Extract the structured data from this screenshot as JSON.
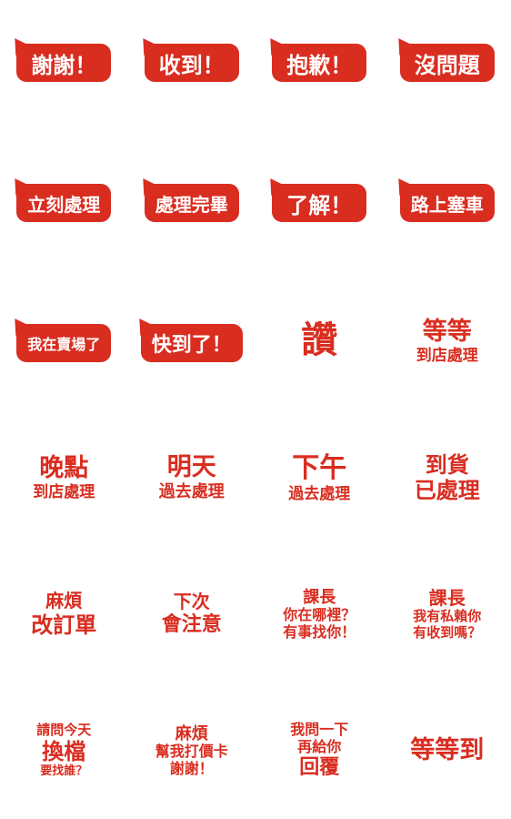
{
  "colors": {
    "accent": "#d92d20",
    "bubble_text": "#ffffff",
    "background": "#ffffff"
  },
  "stickers": [
    {
      "text": "謝謝！"
    },
    {
      "text": "收到！"
    },
    {
      "text": "抱歉！"
    },
    {
      "text": "沒問題"
    },
    {
      "text": "立刻處理"
    },
    {
      "text": "處理完畢"
    },
    {
      "text": "了解！"
    },
    {
      "text": "路上塞車"
    },
    {
      "text": "我在賣場了"
    },
    {
      "text": "快到了！"
    },
    {
      "lines": [
        "讚"
      ]
    },
    {
      "lines": [
        "等等",
        "到店處理"
      ]
    },
    {
      "lines": [
        "晚點",
        "到店處理"
      ]
    },
    {
      "lines": [
        "明天",
        "過去處理"
      ]
    },
    {
      "lines": [
        "下午",
        "過去處理"
      ]
    },
    {
      "lines": [
        "到貨",
        "已處理"
      ]
    },
    {
      "lines": [
        "麻煩",
        "改訂單"
      ]
    },
    {
      "lines": [
        "下次",
        "會注意"
      ]
    },
    {
      "lines": [
        "課長",
        "你在哪裡？",
        "有事找你！"
      ]
    },
    {
      "lines": [
        "課長",
        "我有私賴你",
        "有收到嗎？"
      ]
    },
    {
      "lines": [
        "請問今天",
        "換檔",
        "要找誰？"
      ]
    },
    {
      "lines": [
        "麻煩",
        "幫我打價卡",
        "謝謝！"
      ]
    },
    {
      "lines": [
        "我問一下",
        "再給你",
        "回覆"
      ]
    },
    {
      "lines": [
        "等等到"
      ]
    }
  ]
}
